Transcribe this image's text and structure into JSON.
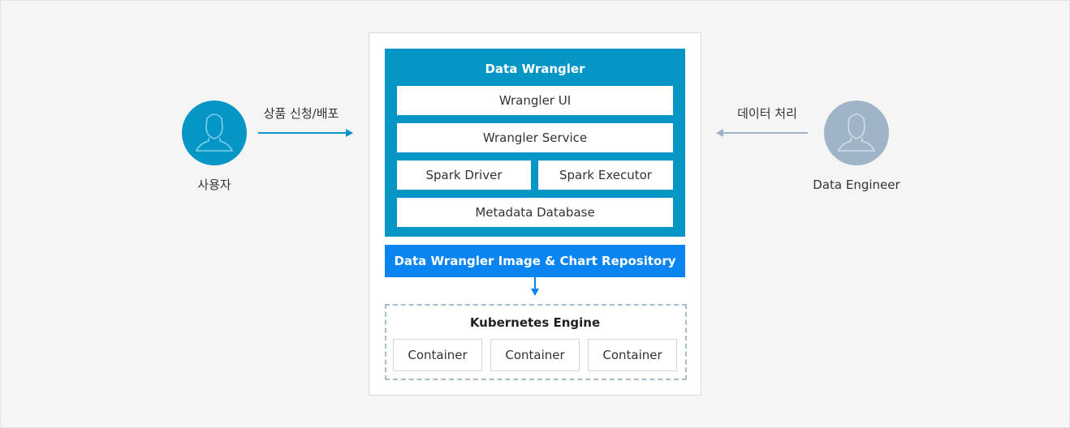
{
  "user": {
    "label": "사용자",
    "icon": "user-icon",
    "color": "#0596c6"
  },
  "engineer": {
    "label": "Data Engineer",
    "icon": "user-icon",
    "color": "#9fb4c6"
  },
  "flows": {
    "user_to_platform": "상품 신청/배포",
    "engineer_to_platform": "데이터 처리"
  },
  "wrangler": {
    "title": "Data Wrangler",
    "ui": "Wrangler UI",
    "service": "Wrangler Service",
    "spark_driver": "Spark Driver",
    "spark_executor": "Spark Executor",
    "metadata_db": "Metadata Database",
    "color": "#0596c6"
  },
  "repository": {
    "label": "Data Wrangler Image & Chart Repository",
    "color": "#0a84f0"
  },
  "kubernetes": {
    "title": "Kubernetes Engine",
    "containers": [
      "Container",
      "Container",
      "Container"
    ]
  }
}
